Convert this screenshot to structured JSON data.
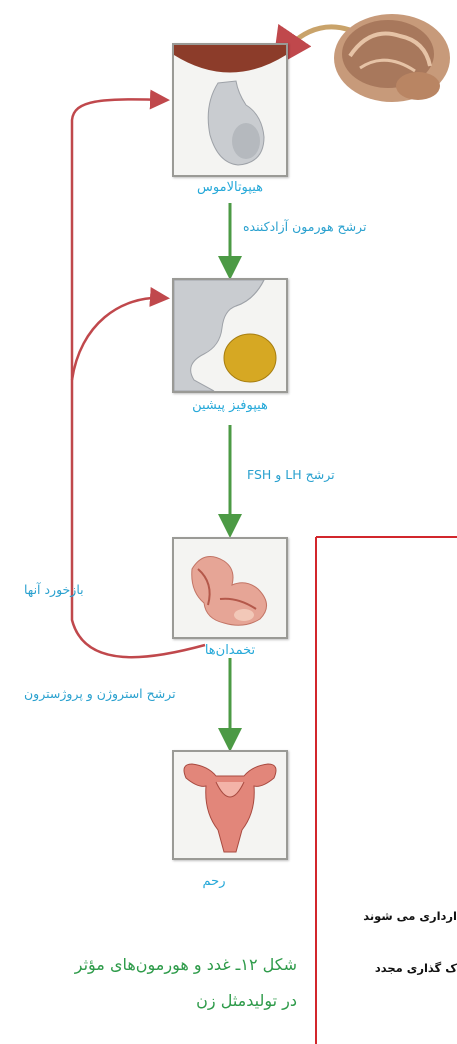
{
  "nodes": {
    "hypothalamus": "هیپوتالاموس",
    "anterior_pituitary": "هیپوفیز پیشین",
    "ovaries": "تخمدان‌ها",
    "uterus": "رحم"
  },
  "edges": {
    "releasing_hormone": "ترشح هورمون آزادکننده",
    "lh_fsh": "ترشح LH و FSH",
    "estrogen_progesterone": "ترشح استروژن و پروژسترون",
    "feedback": "بازخورد آنها"
  },
  "caption": {
    "line1": "شکل ۱۲ـ غدد و هورمون‌های مؤثر",
    "line2": "در تولیدمثل زن"
  },
  "side_text": {
    "line1": "ارداری می شوند",
    "line2": "ک گذاری مجدد"
  },
  "colors": {
    "label": "#27a9d9",
    "arrow": "#4c9a45",
    "feedback": "#c0484c",
    "divider": "#d2262c",
    "caption": "#2e9b4a"
  }
}
